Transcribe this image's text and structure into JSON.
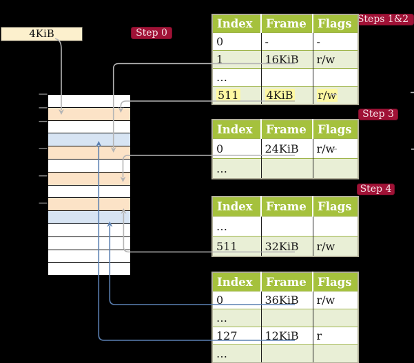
{
  "frame_size_label": "4KiB",
  "badges": {
    "step0": "Step 0",
    "steps12": "Steps 1&2",
    "step3": "Step 3",
    "step4": "Step 4"
  },
  "memory": {
    "frame_rows": [
      {
        "kind": "plain"
      },
      {
        "kind": "pagetable"
      },
      {
        "kind": "plain"
      },
      {
        "kind": "mapped"
      },
      {
        "kind": "pagetable"
      },
      {
        "kind": "plain"
      },
      {
        "kind": "pagetable"
      },
      {
        "kind": "plain"
      },
      {
        "kind": "pagetable"
      },
      {
        "kind": "mapped"
      },
      {
        "kind": "plain"
      },
      {
        "kind": "plain"
      },
      {
        "kind": "plain"
      },
      {
        "kind": "plain"
      }
    ]
  },
  "tables": [
    {
      "name": "page-table-steps-1-2",
      "headers": [
        "Index",
        "Frame",
        "Flags"
      ],
      "rows": [
        {
          "cells": [
            "0",
            "-",
            "-"
          ]
        },
        {
          "cells": [
            "1",
            "16KiB",
            "r/w"
          ]
        },
        {
          "cells": [
            "…",
            "",
            ""
          ]
        },
        {
          "cells": [
            "511",
            "4KiB",
            "r/w"
          ],
          "highlight": true
        }
      ]
    },
    {
      "name": "page-table-step-3",
      "headers": [
        "Index",
        "Frame",
        "Flags"
      ],
      "rows": [
        {
          "cells": [
            "0",
            "24KiB",
            "r/w"
          ]
        },
        {
          "cells": [
            "…",
            "",
            ""
          ]
        }
      ]
    },
    {
      "name": "page-table-step-4",
      "headers": [
        "Index",
        "Frame",
        "Flags"
      ],
      "rows": [
        {
          "cells": [
            "…",
            "",
            ""
          ]
        },
        {
          "cells": [
            "511",
            "32KiB",
            "r/w"
          ]
        }
      ]
    },
    {
      "name": "page-table-final-level",
      "headers": [
        "Index",
        "Frame",
        "Flags"
      ],
      "rows": [
        {
          "cells": [
            "0",
            "36KiB",
            "r/w"
          ]
        },
        {
          "cells": [
            "…",
            "",
            ""
          ]
        },
        {
          "cells": [
            "127",
            "12KiB",
            "r"
          ]
        },
        {
          "cells": [
            "…",
            "",
            ""
          ]
        }
      ]
    }
  ],
  "colors": {
    "badge_red": "#a01236",
    "table_header_green": "#a5c13d",
    "table_row_green": "#e9efd6",
    "memory_pagetable_orange": "#fce3c7",
    "memory_mapped_blue": "#d7e4f3",
    "highlight_yellow": "#fdf8a2",
    "arrow_gray": "#b5b5b5",
    "arrow_blue": "#5b80b2",
    "size_label_cream": "#fcf0cd"
  }
}
